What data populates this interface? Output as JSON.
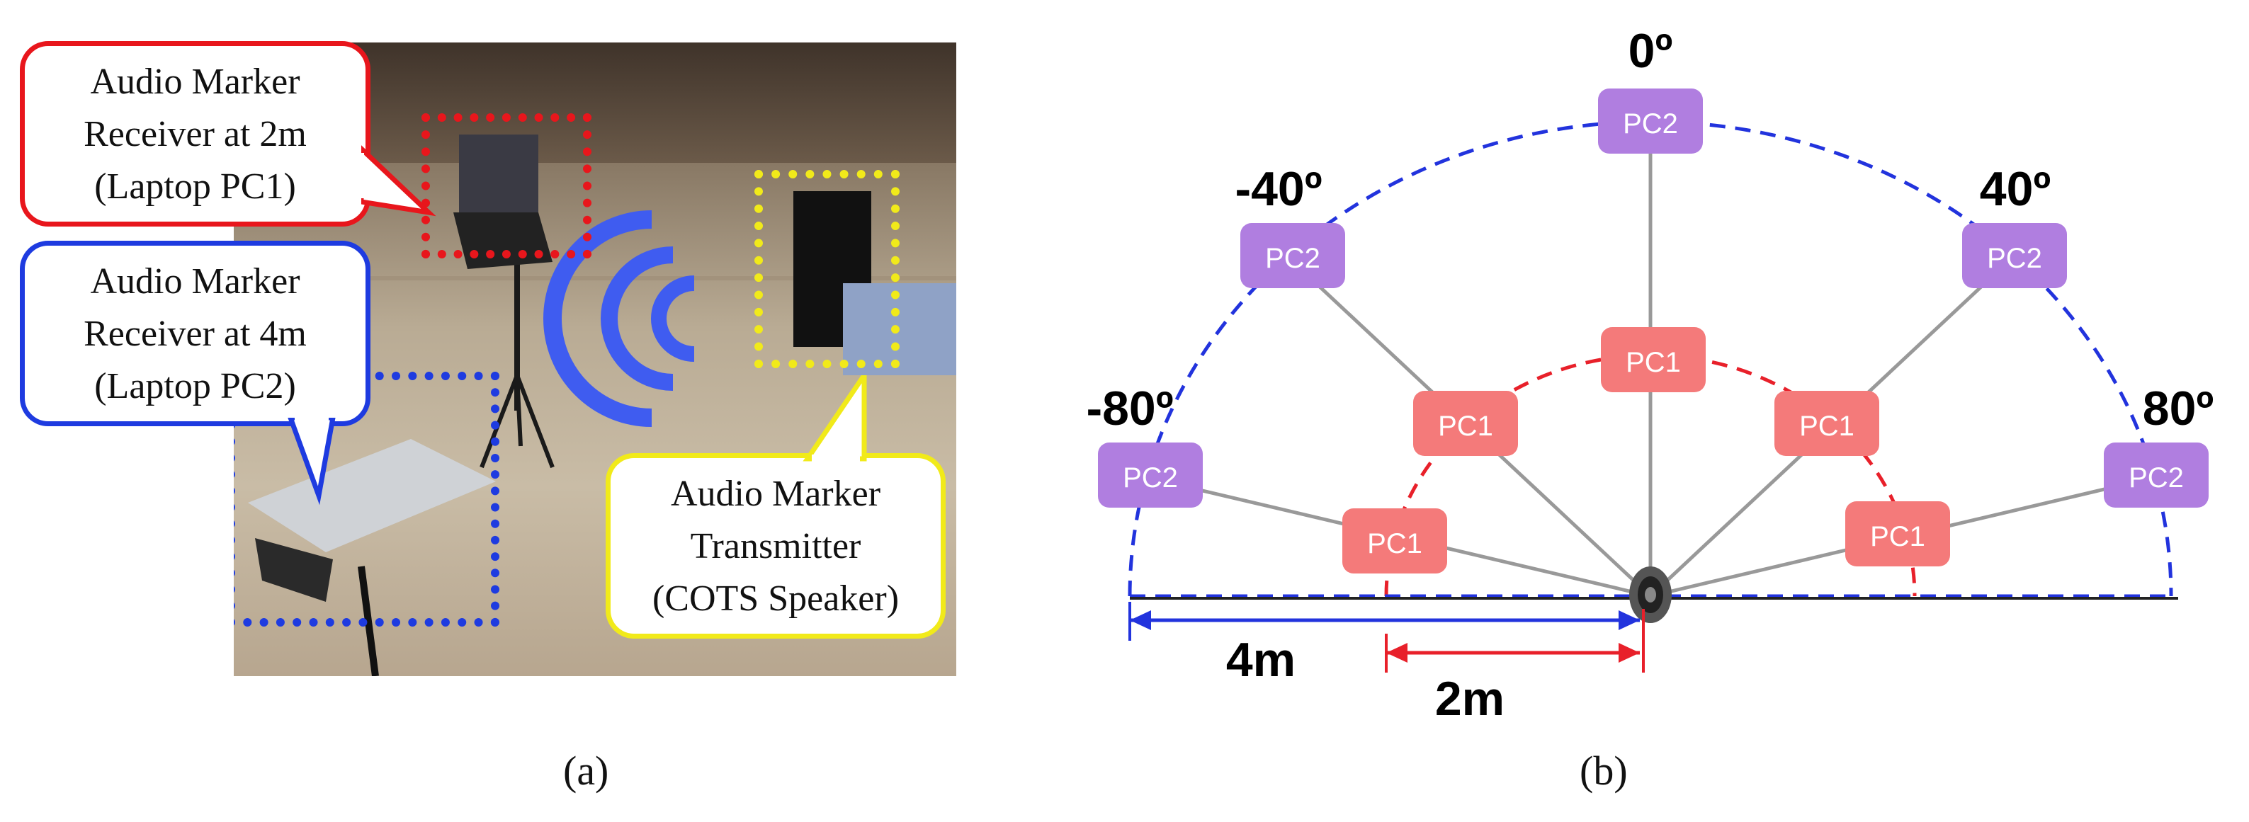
{
  "panel_a": {
    "callout_pc1": [
      "Audio Marker",
      "Receiver at 2m",
      "(Laptop PC1)"
    ],
    "callout_pc2": [
      "Audio Marker",
      "Receiver at 4m",
      "(Laptop PC2)"
    ],
    "callout_tx": [
      "Audio Marker",
      "Transmitter",
      "(COTS Speaker)"
    ],
    "caption": "(a)",
    "colors": {
      "pc1": "#e8161c",
      "pc2": "#1e3be0",
      "tx": "#f1ea1a",
      "waves": "#3f5cf0"
    }
  },
  "panel_b": {
    "caption": "(b)",
    "angles": [
      "0º",
      "-40º",
      "40º",
      "-80º",
      "80º"
    ],
    "pc1_label": "PC1",
    "pc2_label": "PC2",
    "dist_4m": "4m",
    "dist_2m": "2m",
    "colors": {
      "pc1_box": "#f47a7a",
      "pc2_box": "#b07ee0",
      "arc_outer": "#2233dd",
      "arc_inner": "#e8202a"
    }
  }
}
